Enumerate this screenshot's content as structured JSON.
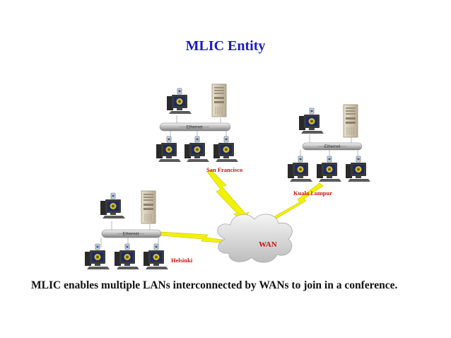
{
  "title": "MLIC Entity",
  "caption": "MLIC enables multiple LANs interconnected by WANs to join in a conference.",
  "wan": {
    "label": "WAN"
  },
  "lans": [
    {
      "city": "San Francisco",
      "ethernet_label": "Ethernet"
    },
    {
      "city": "Kuala Lumpur",
      "ethernet_label": "Ethernet"
    },
    {
      "city": "Helsinki",
      "ethernet_label": "Ethernet"
    }
  ],
  "colors": {
    "title": "#1a1acc",
    "city_label": "#cc1111",
    "lightning": "#f2f200",
    "cloud": "#dcdcdc"
  }
}
